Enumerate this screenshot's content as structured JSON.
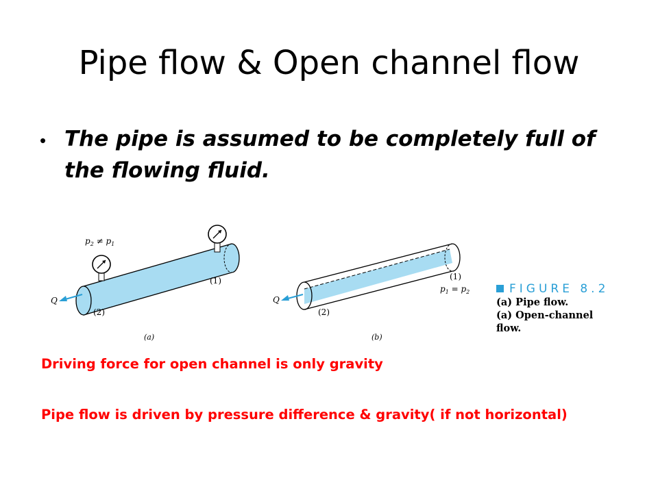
{
  "slide": {
    "title": "Pipe flow & Open channel flow",
    "bullet": "The pipe is assumed to be completely full of the flowing fluid.",
    "notes": [
      "Driving force for open channel is only gravity",
      "Pipe flow is driven by pressure difference & gravity( if not horizontal)"
    ]
  },
  "figure": {
    "caption_head": "FIGURE 8.2",
    "caption_lines": [
      "(a) Pipe flow.",
      "(a) Open-channel",
      "flow."
    ],
    "a": {
      "p_label": "p",
      "p_sub_1": "2",
      "p_sep": " ≠ p",
      "p_sub_2": "1",
      "q": "Q",
      "s1": "(1)",
      "s2": "(2)",
      "tag": "(a)"
    },
    "b": {
      "p_label": "p",
      "p_sub_1": "1",
      "p_sep": " = p",
      "p_sub_2": "2",
      "q": "Q",
      "s1": "(1)",
      "s2": "(2)",
      "tag": "(b)"
    }
  },
  "colors": {
    "water": "#a8dcf2",
    "caption_accent": "#2a9fd6",
    "note_red": "#ff0000"
  }
}
